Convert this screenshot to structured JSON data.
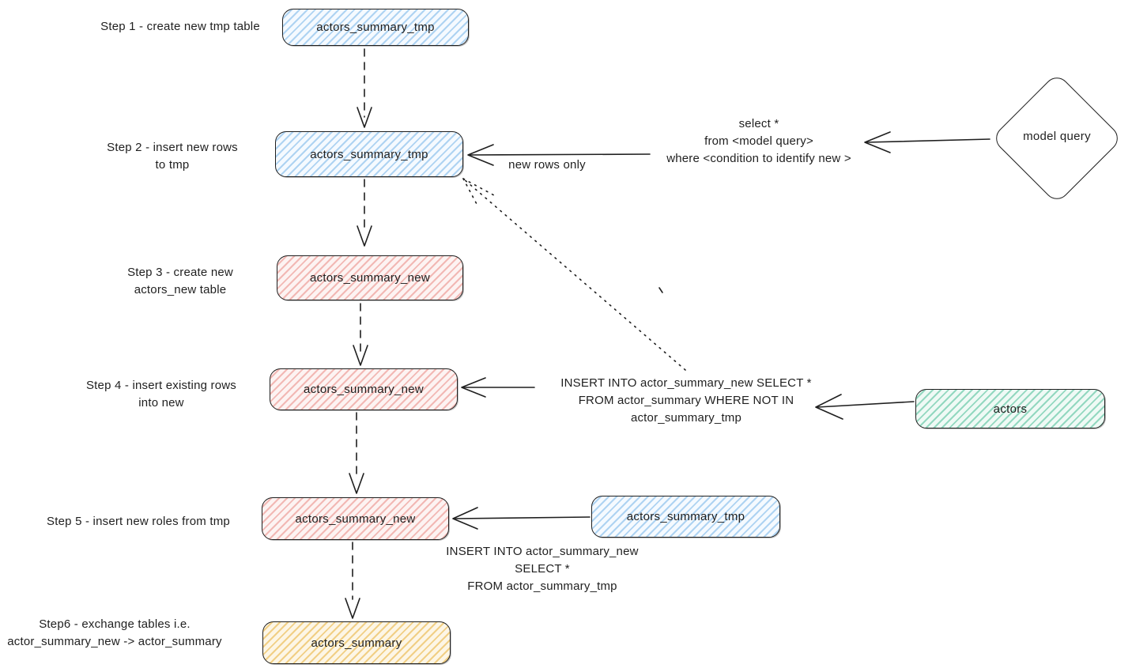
{
  "steps": [
    {
      "label": "Step 1 - create new tmp table",
      "node": "actors_summary_tmp"
    },
    {
      "label": "Step 2 - insert new rows\nto tmp",
      "node": "actors_summary_tmp"
    },
    {
      "label": "Step 3 - create new\nactors_new table",
      "node": "actors_summary_new"
    },
    {
      "label": "Step 4 - insert existing rows\ninto new",
      "node": "actors_summary_new"
    },
    {
      "label": "Step 5 - insert new roles from tmp",
      "node": "actors_summary_new"
    },
    {
      "label": "Step6 - exchange tables i.e.\nactor_summary_new -> actor_summary",
      "node": "actors_summary"
    }
  ],
  "side_nodes": {
    "model_query": "model query",
    "actors": "actors",
    "actors_summary_tmp": "actors_summary_tmp"
  },
  "annotations": {
    "select_query": "select *\nfrom <model query>\nwhere <condition to identify new >",
    "new_rows_only": "new rows only",
    "insert_not_in": "INSERT INTO actor_summary_new SELECT *\nFROM actor_summary WHERE NOT IN\nactor_summary_tmp",
    "insert_from_tmp": "INSERT INTO actor_summary_new\nSELECT *\nFROM actor_summary_tmp"
  },
  "colors": {
    "stroke": "#1f1f1f",
    "blue": "#aed3f2",
    "pink": "#f2b8b4",
    "green": "#93d8c0",
    "yellow": "#f1cf85"
  }
}
